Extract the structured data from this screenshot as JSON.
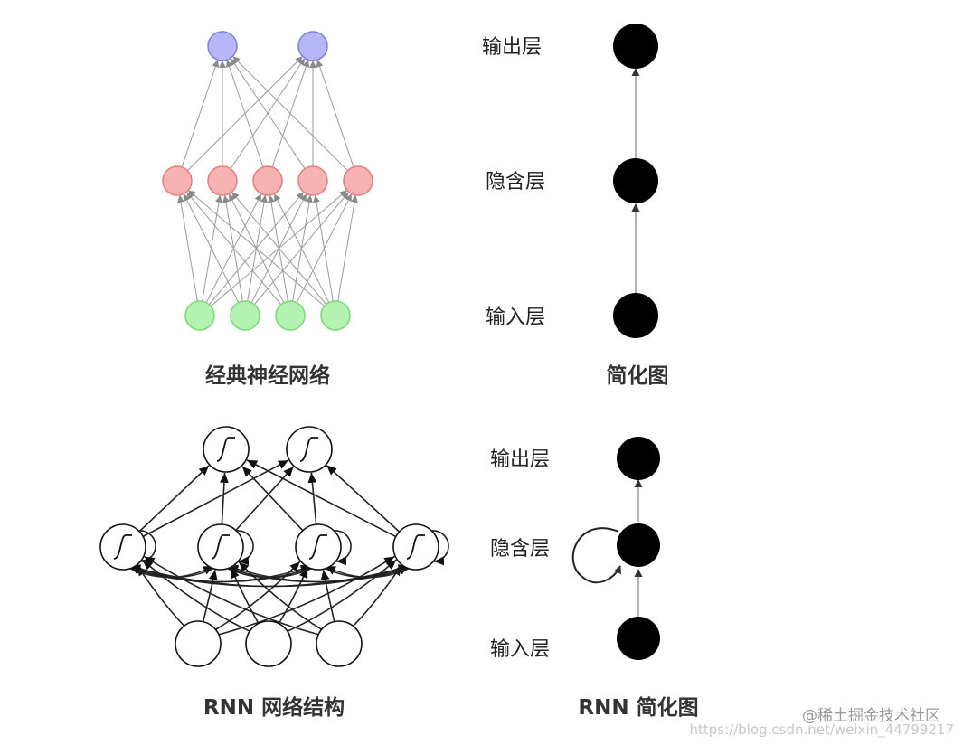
{
  "top": {
    "network_caption": "经典神经网络",
    "simplified_caption": "简化图",
    "labels": {
      "output": "输出层",
      "hidden": "隐含层",
      "input": "输入层"
    },
    "layers": {
      "input_count": 4,
      "hidden_count": 5,
      "output_count": 2
    },
    "colors": {
      "input_fill": "#b3f2b0",
      "input_stroke": "#7ad877",
      "hidden_fill": "#f7b3b3",
      "hidden_stroke": "#e07f7f",
      "output_fill": "#b7b6f7",
      "output_stroke": "#7f7ee4",
      "edge": "#9a9a9a"
    }
  },
  "bottom": {
    "network_caption": "RNN 网络结构",
    "simplified_caption": "RNN 简化图",
    "labels": {
      "output": "输出层",
      "hidden": "隐含层",
      "input": "输入层"
    },
    "layers": {
      "input_count": 3,
      "hidden_count": 4,
      "output_count": 2
    }
  },
  "watermark": {
    "brand": "@稀土掘金技术社区",
    "url": "https://blog.csdn.net/weixin_44799217"
  }
}
